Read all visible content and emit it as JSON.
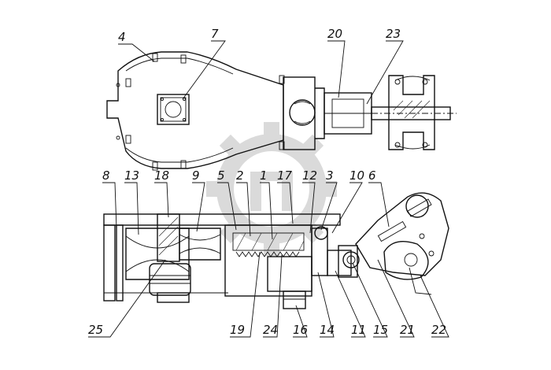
{
  "callouts": [
    {
      "id": "c4",
      "text": "4"
    },
    {
      "id": "c7",
      "text": "7"
    },
    {
      "id": "c20",
      "text": "20"
    },
    {
      "id": "c23",
      "text": "23"
    },
    {
      "id": "c8",
      "text": "8"
    },
    {
      "id": "c13",
      "text": "13"
    },
    {
      "id": "c18",
      "text": "18"
    },
    {
      "id": "c9",
      "text": "9"
    },
    {
      "id": "c5",
      "text": "5"
    },
    {
      "id": "c2",
      "text": "2"
    },
    {
      "id": "c1",
      "text": "1"
    },
    {
      "id": "c17",
      "text": "17"
    },
    {
      "id": "c12",
      "text": "12"
    },
    {
      "id": "c3",
      "text": "3"
    },
    {
      "id": "c10",
      "text": "10"
    },
    {
      "id": "c6",
      "text": "6"
    },
    {
      "id": "c25",
      "text": "25"
    },
    {
      "id": "c19",
      "text": "19"
    },
    {
      "id": "c24",
      "text": "24"
    },
    {
      "id": "c16",
      "text": "16"
    },
    {
      "id": "c14",
      "text": "14"
    },
    {
      "id": "c11",
      "text": "11"
    },
    {
      "id": "c15",
      "text": "15"
    },
    {
      "id": "c21",
      "text": "21"
    },
    {
      "id": "c22",
      "text": "22"
    }
  ],
  "colors": {
    "line": "#111111",
    "watermark": "#d6d6d6",
    "background": "#ffffff"
  }
}
